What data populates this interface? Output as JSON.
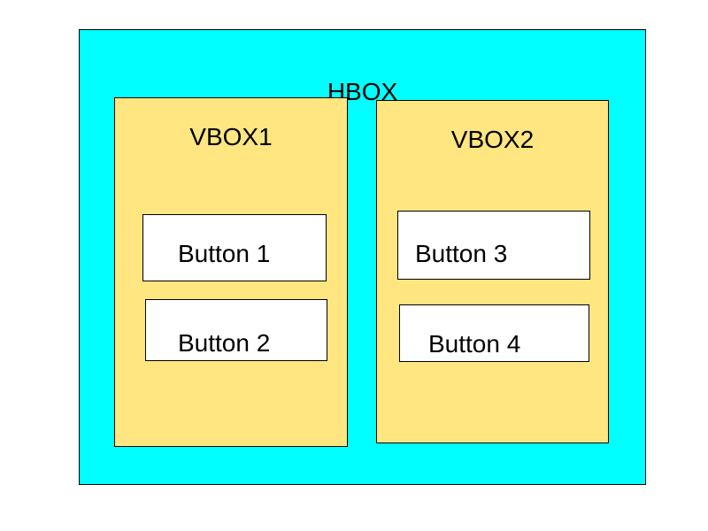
{
  "hbox": {
    "label": "HBOX",
    "color": "#00ffff"
  },
  "vboxes": [
    {
      "label": "VBOX1",
      "color": "#ffe680"
    },
    {
      "label": "VBOX2",
      "color": "#ffe680"
    }
  ],
  "buttons": [
    {
      "label": "Button 1"
    },
    {
      "label": "Button 2"
    },
    {
      "label": "Button 3"
    },
    {
      "label": "Button 4"
    }
  ]
}
